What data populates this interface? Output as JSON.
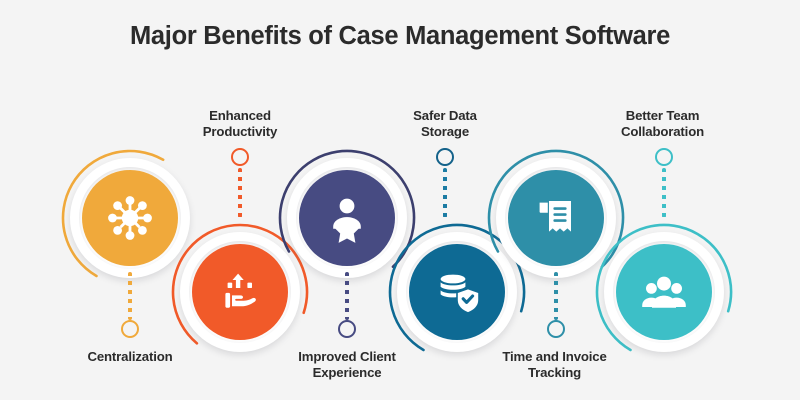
{
  "header": {
    "title": "Major Benefits of Case Management Software"
  },
  "theme": {
    "background": "#f4f4f4",
    "title_color": "#2b2b2b",
    "label_color": "#2b2b2b",
    "ring_color": "#ffffff"
  },
  "nodes": [
    {
      "id": "centralization",
      "label": "Centralization",
      "icon": "hub-network-icon",
      "color": "#f0a93b",
      "row": "top",
      "label_position": "bottom"
    },
    {
      "id": "enhanced-productivity",
      "label": "Enhanced\nProductivity",
      "label_line1": "Enhanced",
      "label_line2": "Productivity",
      "icon": "hand-growth-arrow-icon",
      "color": "#f15a29",
      "row": "bottom",
      "label_position": "top"
    },
    {
      "id": "improved-client-experience",
      "label": "Improved Client\nExperience",
      "label_line1": "Improved Client",
      "label_line2": "Experience",
      "icon": "person-star-icon",
      "color": "#474b82",
      "row": "top",
      "label_position": "bottom"
    },
    {
      "id": "safer-data-storage",
      "label": "Safer Data\nStorage",
      "label_line1": "Safer Data",
      "label_line2": "Storage",
      "icon": "database-shield-check-icon",
      "color": "#0e6a94",
      "row": "bottom",
      "label_position": "top"
    },
    {
      "id": "time-and-invoice-tracking",
      "label": "Time and Invoice\nTracking",
      "label_line1": "Time and Invoice",
      "label_line2": "Tracking",
      "icon": "invoice-receipt-icon",
      "color": "#2e8fa8",
      "row": "top",
      "label_position": "bottom"
    },
    {
      "id": "better-team-collaboration",
      "label": "Better Team\nCollaboration",
      "label_line1": "Better Team",
      "label_line2": "Collaboration",
      "icon": "people-group-icon",
      "color": "#3dbfc7",
      "row": "bottom",
      "label_position": "top"
    }
  ]
}
